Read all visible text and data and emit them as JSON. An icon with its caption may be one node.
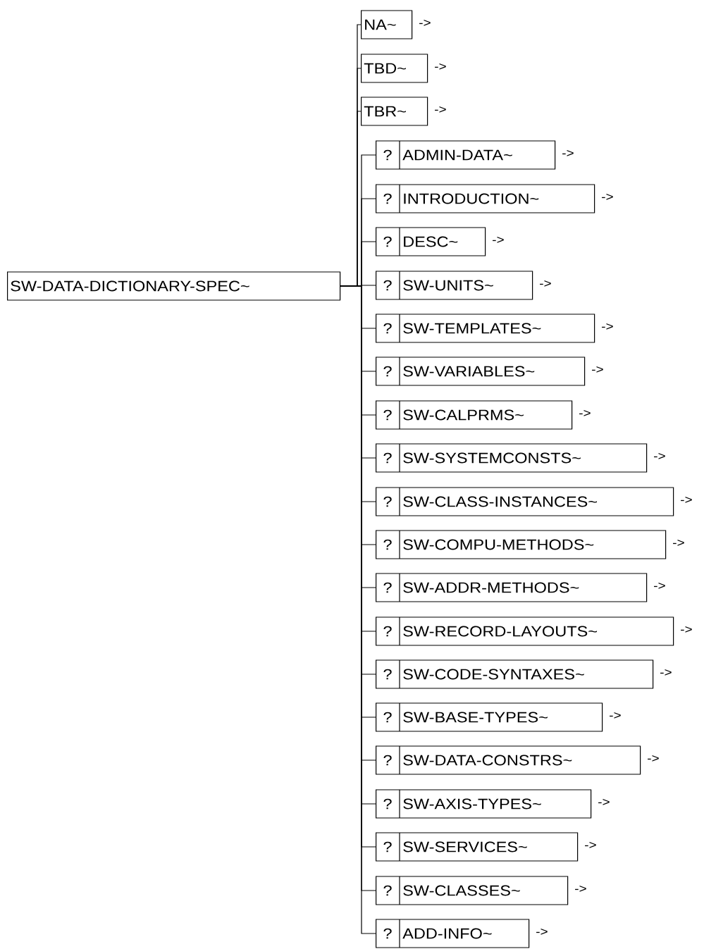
{
  "diagram": {
    "nodes": [
      {
        "text": [
          "SW-DATA-DICTIONARY-SPEC~"
        ]
      },
      {
        "text": [
          "NA~"
        ],
        "beside": [
          "->"
        ]
      },
      {
        "text": [
          "TBD~"
        ],
        "beside": [
          "->"
        ]
      },
      {
        "text": [
          "TBR~"
        ],
        "beside": [
          "->"
        ]
      },
      {
        "text": [
          "?",
          "ADMIN-DATA~"
        ],
        "beside": [
          "->"
        ]
      },
      {
        "text": [
          "?",
          "INTRODUCTION~"
        ],
        "beside": [
          "->"
        ]
      },
      {
        "text": [
          "?",
          "DESC~"
        ],
        "beside": [
          "->"
        ]
      },
      {
        "text": [
          "?",
          "SW-UNITS~"
        ],
        "beside": [
          "->"
        ]
      },
      {
        "text": [
          "?",
          "SW-TEMPLATES~"
        ],
        "beside": [
          "->"
        ]
      },
      {
        "text": [
          "?",
          "SW-VARIABLES~"
        ],
        "beside": [
          "->"
        ]
      },
      {
        "text": [
          "?",
          "SW-CALPRMS~"
        ],
        "beside": [
          "->"
        ]
      },
      {
        "text": [
          "?",
          "SW-SYSTEMCONSTS~"
        ],
        "beside": [
          "->"
        ]
      },
      {
        "text": [
          "?",
          "SW-CLASS-INSTANCES~"
        ],
        "beside": [
          "->"
        ]
      },
      {
        "text": [
          "?",
          "SW-COMPU-METHODS~"
        ],
        "beside": [
          "->"
        ]
      },
      {
        "text": [
          "?",
          "SW-ADDR-METHODS~"
        ],
        "beside": [
          "->"
        ]
      },
      {
        "text": [
          "?",
          "SW-RECORD-LAYOUTS~"
        ],
        "beside": [
          "->"
        ]
      },
      {
        "text": [
          "?",
          "SW-CODE-SYNTAXES~"
        ],
        "beside": [
          "->"
        ]
      },
      {
        "text": [
          "?",
          "SW-BASE-TYPES~"
        ],
        "beside": [
          "->"
        ]
      },
      {
        "text": [
          "?",
          "SW-DATA-CONSTRS~"
        ],
        "beside": [
          "->"
        ]
      },
      {
        "text": [
          "?",
          "SW-AXIS-TYPES~"
        ],
        "beside": [
          "->"
        ]
      },
      {
        "text": [
          "?",
          "SW-SERVICES~"
        ],
        "beside": [
          "->"
        ]
      },
      {
        "text": [
          "?",
          "SW-CLASSES~"
        ],
        "beside": [
          "->"
        ]
      },
      {
        "text": [
          "?",
          "ADD-INFO~"
        ],
        "beside": [
          "->"
        ]
      }
    ],
    "edges": [
      {
        "from": 0,
        "to": 1,
        "arrow": "none"
      },
      {
        "from": 0,
        "to": 2,
        "arrow": "none"
      },
      {
        "from": 0,
        "to": 3,
        "arrow": "none"
      },
      {
        "from": 0,
        "to": 4,
        "arrow": "none"
      },
      {
        "from": 0,
        "to": 5,
        "arrow": "none"
      },
      {
        "from": 0,
        "to": 6,
        "arrow": "none"
      },
      {
        "from": 0,
        "to": 7,
        "arrow": "none"
      },
      {
        "from": 0,
        "to": 8,
        "arrow": "none"
      },
      {
        "from": 0,
        "to": 9,
        "arrow": "none"
      },
      {
        "from": 0,
        "to": 10,
        "arrow": "none"
      },
      {
        "from": 0,
        "to": 11,
        "arrow": "none"
      },
      {
        "from": 0,
        "to": 12,
        "arrow": "none"
      },
      {
        "from": 0,
        "to": 13,
        "arrow": "none"
      },
      {
        "from": 0,
        "to": 14,
        "arrow": "none"
      },
      {
        "from": 0,
        "to": 15,
        "arrow": "none"
      },
      {
        "from": 0,
        "to": 16,
        "arrow": "none"
      },
      {
        "from": 0,
        "to": 17,
        "arrow": "none"
      },
      {
        "from": 0,
        "to": 18,
        "arrow": "none"
      },
      {
        "from": 0,
        "to": 19,
        "arrow": "none"
      },
      {
        "from": 0,
        "to": 20,
        "arrow": "none"
      },
      {
        "from": 0,
        "to": 21,
        "arrow": "none"
      },
      {
        "from": 0,
        "to": 22,
        "arrow": "none"
      }
    ]
  }
}
